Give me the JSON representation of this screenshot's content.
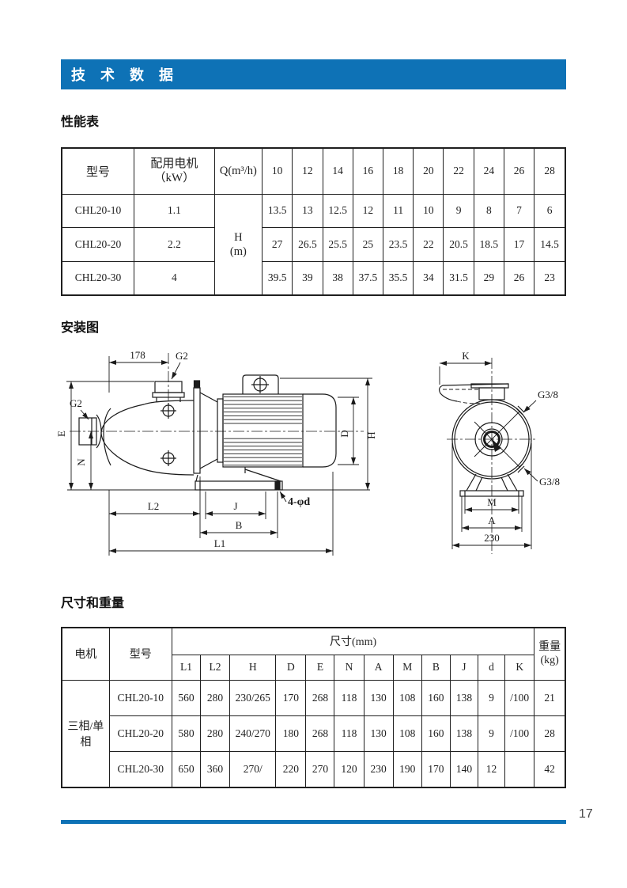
{
  "page": {
    "header_title": "技 术 数 据",
    "page_number": "17",
    "accent_color": "#0e72b6"
  },
  "performance": {
    "heading": "性能表",
    "table": {
      "col_model": "型号",
      "col_motor_line1": "配用电机",
      "col_motor_line2": "（kW）",
      "col_q": "Q(m³/h)",
      "q_values": [
        "10",
        "12",
        "14",
        "16",
        "18",
        "20",
        "22",
        "24",
        "26",
        "28"
      ],
      "h_line1": "H",
      "h_line2": "(m)",
      "rows": [
        {
          "model": "CHL20-10",
          "power": "1.1",
          "values": [
            "13.5",
            "13",
            "12.5",
            "12",
            "11",
            "10",
            "9",
            "8",
            "7",
            "6"
          ]
        },
        {
          "model": "CHL20-20",
          "power": "2.2",
          "values": [
            "27",
            "26.5",
            "25.5",
            "25",
            "23.5",
            "22",
            "20.5",
            "18.5",
            "17",
            "14.5"
          ]
        },
        {
          "model": "CHL20-30",
          "power": "4",
          "values": [
            "39.5",
            "39",
            "38",
            "37.5",
            "35.5",
            "34",
            "31.5",
            "29",
            "26",
            "23"
          ]
        }
      ]
    }
  },
  "installation": {
    "heading": "安装图",
    "side_view": {
      "dim_178": "178",
      "g2_top": "G2",
      "g2_left": "G2",
      "dim_e": "E",
      "dim_n": "N",
      "dim_l2": "L2",
      "dim_j": "J",
      "dim_b": "B",
      "dim_l1": "L1",
      "dim_d": "D",
      "dim_h": "H",
      "bolt_callout": "4-φd"
    },
    "front_view": {
      "dim_k": "K",
      "g38_top": "G3/8",
      "g38_bottom": "G3/8",
      "dim_m": "M",
      "dim_a": "A",
      "dim_230": "230"
    }
  },
  "dimensions": {
    "heading": "尺寸和重量",
    "table": {
      "col_motor": "电机",
      "col_model": "型号",
      "col_size": "尺寸(mm)",
      "col_weight_line1": "重量",
      "col_weight_line2": "(kg)",
      "size_headers": [
        "L1",
        "L2",
        "H",
        "D",
        "E",
        "N",
        "A",
        "M",
        "B",
        "J",
        "d",
        "K"
      ],
      "motor_group": "三相/单相",
      "rows": [
        {
          "model": "CHL20-10",
          "values": [
            "560",
            "280",
            "230/265",
            "170",
            "268",
            "118",
            "130",
            "108",
            "160",
            "138",
            "9",
            "/100"
          ],
          "weight": "21"
        },
        {
          "model": "CHL20-20",
          "values": [
            "580",
            "280",
            "240/270",
            "180",
            "268",
            "118",
            "130",
            "108",
            "160",
            "138",
            "9",
            "/100"
          ],
          "weight": "28"
        },
        {
          "model": "CHL20-30",
          "values": [
            "650",
            "360",
            "270/",
            "220",
            "270",
            "120",
            "230",
            "190",
            "170",
            "140",
            "12",
            ""
          ],
          "weight": "42"
        }
      ]
    }
  }
}
